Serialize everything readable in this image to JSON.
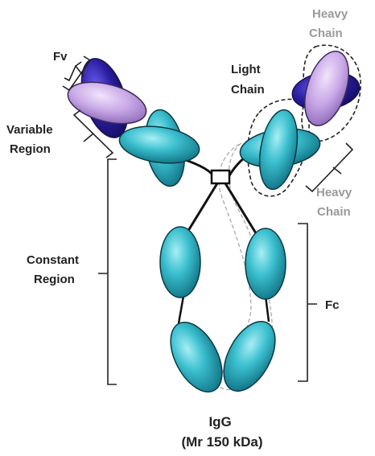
{
  "labels": {
    "fv": "Fv",
    "variable_region": [
      "Variable",
      "Region"
    ],
    "constant_region": [
      "Constant",
      "Region"
    ],
    "light_chain": [
      "Light",
      "Chain"
    ],
    "heavy_chain_top": [
      "Heavy",
      "Chain"
    ],
    "heavy_chain_bottom": [
      "Heavy",
      "Chain"
    ],
    "fc": "Fc",
    "caption": [
      "IgG",
      "(Mr 150 kDa)"
    ]
  },
  "colors": {
    "teal": "#33b8c8",
    "teal_dark": "#0f6f80",
    "navy": "#2a1d9e",
    "lavender": "#c9a8e6",
    "gray_label": "#9a9a9a"
  }
}
